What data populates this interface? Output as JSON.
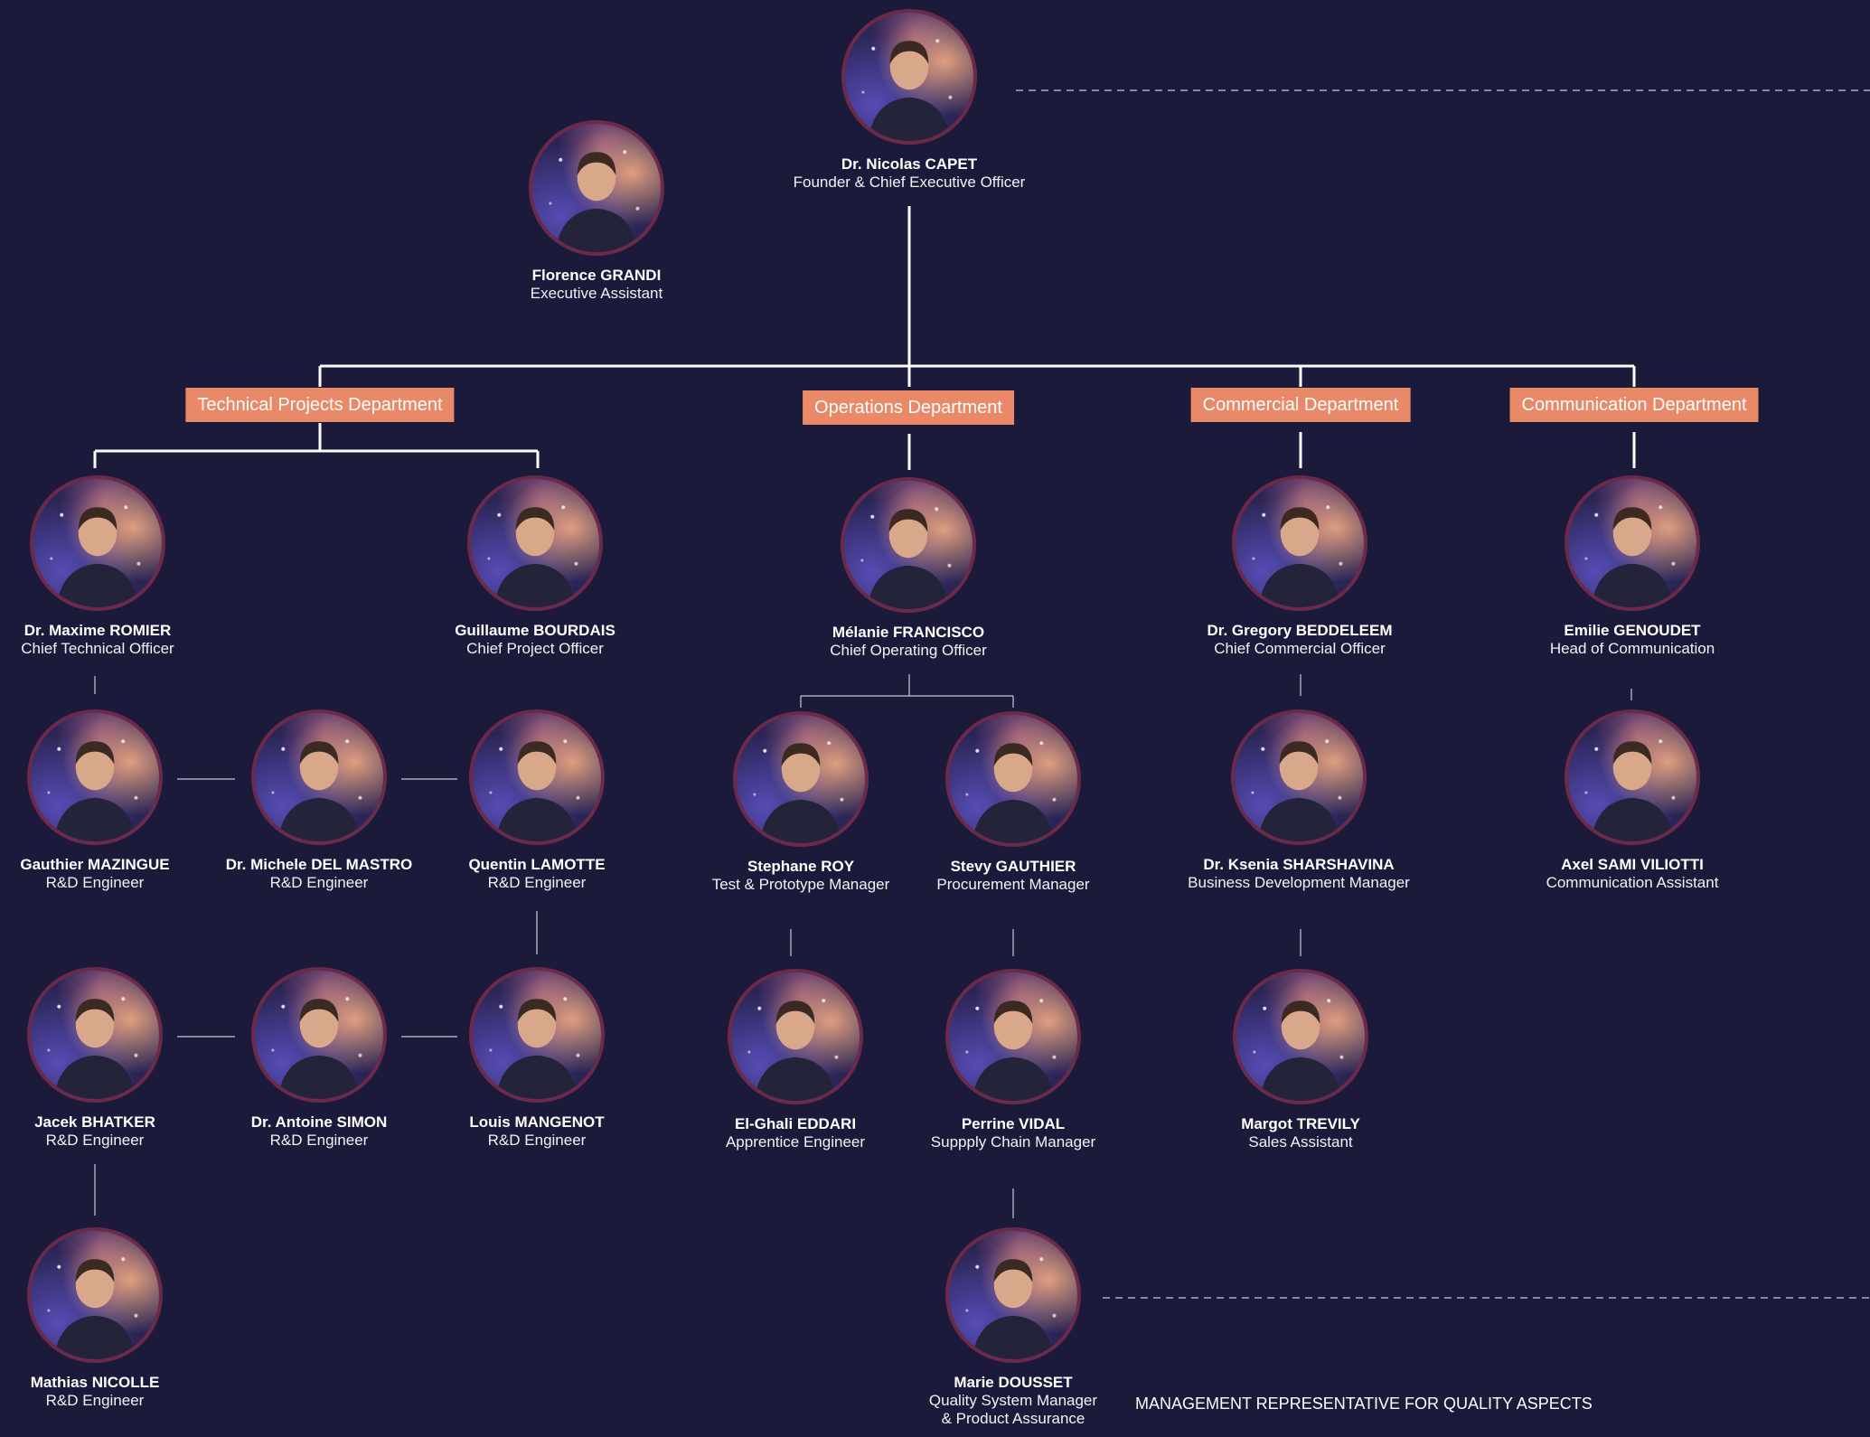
{
  "colors": {
    "background": "#1c1a3a",
    "department_box": "#e98968",
    "photo_ring": "#6b2a4a",
    "connector": "#ffffff",
    "dashed_line": "#8a86a8"
  },
  "nodes": {
    "ceo": {
      "name": "Dr. Nicolas CAPET",
      "role": "Founder & Chief Executive Officer"
    },
    "assistant": {
      "name": "Florence GRANDI",
      "role": "Executive Assistant"
    },
    "cto": {
      "name": "Dr. Maxime ROMIER",
      "role": "Chief Technical Officer"
    },
    "cpo": {
      "name": "Guillaume BOURDAIS",
      "role": "Chief Project Officer"
    },
    "coo": {
      "name": "Mélanie FRANCISCO",
      "role": "Chief Operating Officer"
    },
    "cco": {
      "name": "Dr. Gregory BEDDELEEM",
      "role": "Chief Commercial Officer"
    },
    "hoc": {
      "name": "Emilie GENOUDET",
      "role": "Head of Communication"
    },
    "gauthier": {
      "name": "Gauthier MAZINGUE",
      "role": "R&D Engineer"
    },
    "michele": {
      "name": "Dr. Michele DEL MASTRO",
      "role": "R&D Engineer"
    },
    "quentin": {
      "name": "Quentin LAMOTTE",
      "role": "R&D Engineer"
    },
    "stephane": {
      "name": "Stephane ROY",
      "role": "Test & Prototype Manager"
    },
    "stevy": {
      "name": "Stevy  GAUTHIER",
      "role": "Procurement Manager"
    },
    "ksenia": {
      "name": "Dr. Ksenia SHARSHAVINA",
      "role": "Business Development Manager"
    },
    "axel": {
      "name": "Axel SAMI VILIOTTI",
      "role": "Communication Assistant"
    },
    "jacek": {
      "name": "Jacek BHATKER",
      "role": "R&D Engineer"
    },
    "antoine": {
      "name": "Dr. Antoine SIMON",
      "role": "R&D Engineer"
    },
    "louis": {
      "name": "Louis MANGENOT",
      "role": "R&D Engineer"
    },
    "elghali": {
      "name": "El-Ghali EDDARI",
      "role": "Apprentice Engineer"
    },
    "perrine": {
      "name": "Perrine  VIDAL",
      "role": "Suppply Chain Manager"
    },
    "margot": {
      "name": "Margot TREVILY",
      "role": "Sales Assistant"
    },
    "mathias": {
      "name": "Mathias NICOLLE",
      "role": "R&D Engineer"
    },
    "marie": {
      "name": "Marie  DOUSSET",
      "role": "Quality System Manager",
      "role2": "& Product Assurance"
    }
  },
  "departments": {
    "technical": "Technical Projects Department",
    "operations": "Operations Department",
    "commercial": "Commercial Department",
    "communication": "Communication Department"
  },
  "note": "MANAGEMENT REPRESENTATIVE FOR QUALITY ASPECTS"
}
